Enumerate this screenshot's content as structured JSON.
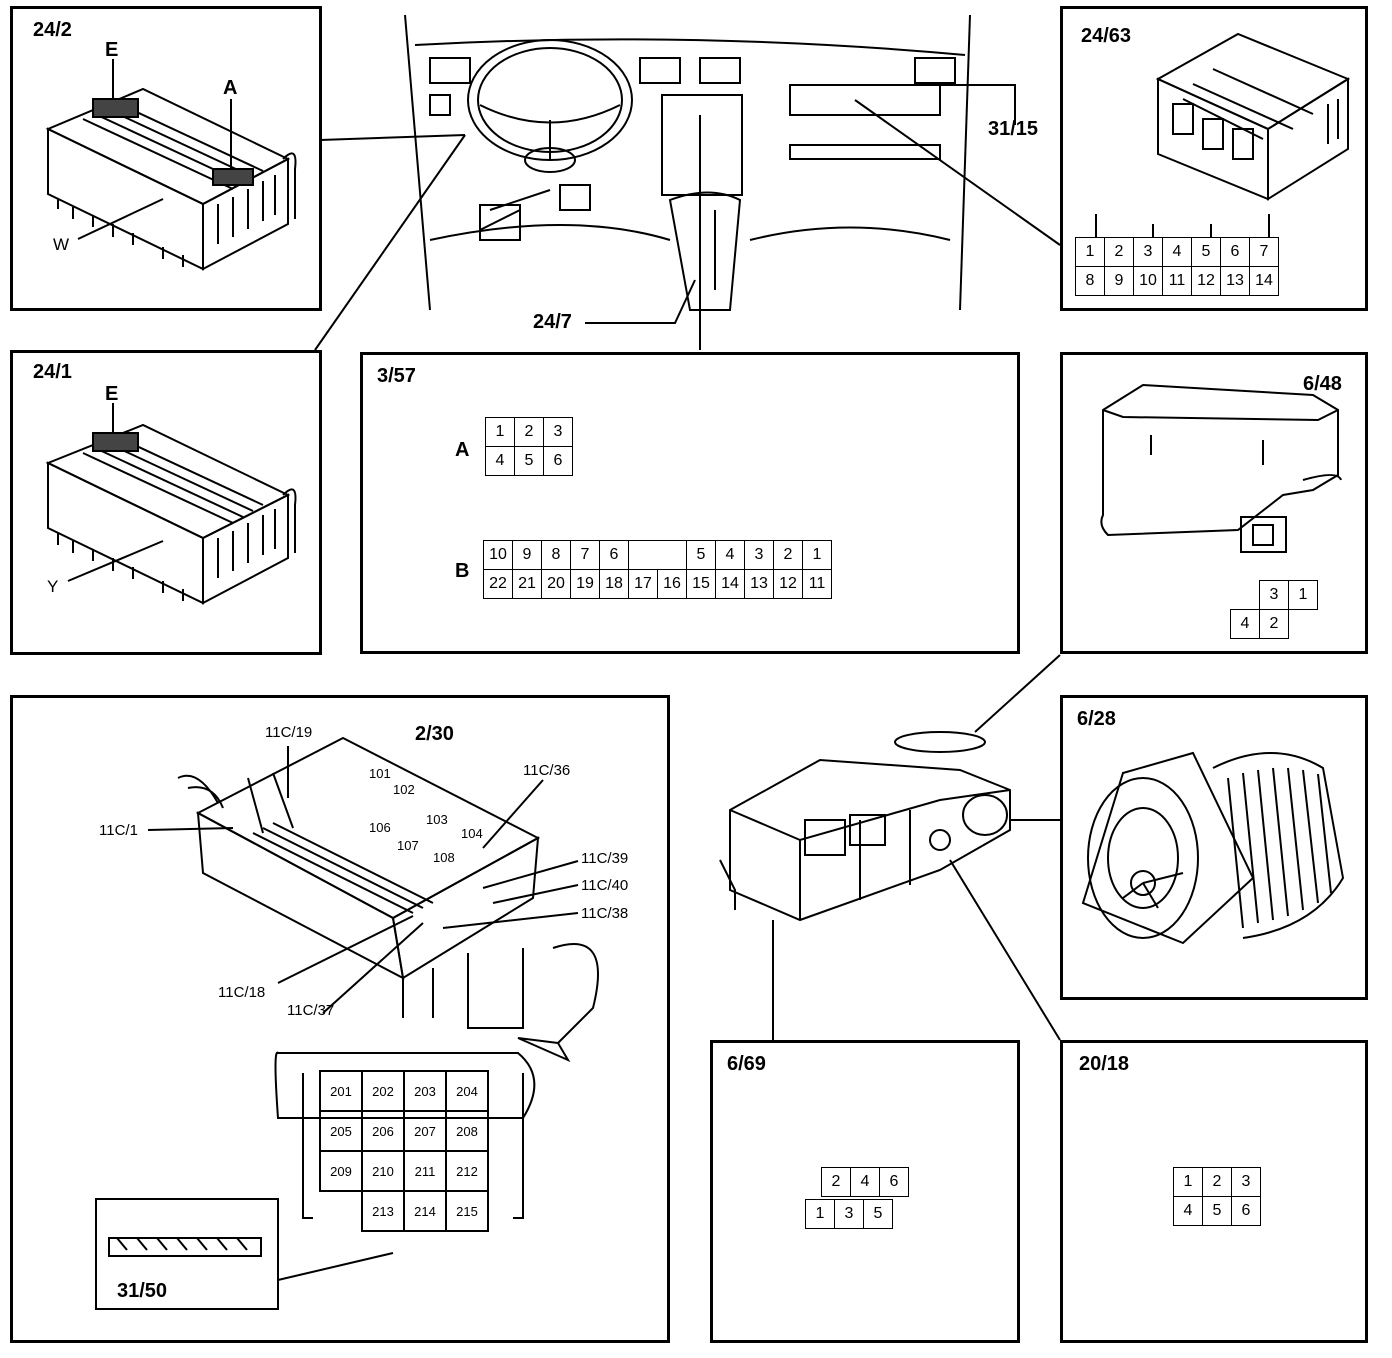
{
  "panels": {
    "p24_2": {
      "title": "24/2",
      "labels": {
        "e": "E",
        "a": "A",
        "w": "W"
      }
    },
    "p24_1": {
      "title": "24/1",
      "labels": {
        "e": "E",
        "y": "Y"
      }
    },
    "p24_63": {
      "title": "24/63",
      "pins_row1": [
        "1",
        "2",
        "3",
        "4",
        "5",
        "6",
        "7"
      ],
      "pins_row2": [
        "8",
        "9",
        "10",
        "11",
        "12",
        "13",
        "14"
      ]
    },
    "p3_57": {
      "title": "3/57",
      "label_a": "A",
      "label_b": "B",
      "a_row1": [
        "1",
        "2",
        "3"
      ],
      "a_row2": [
        "4",
        "5",
        "6"
      ],
      "b_row1": [
        "10",
        "9",
        "8",
        "7",
        "6",
        "",
        "",
        "5",
        "4",
        "3",
        "2",
        "1"
      ],
      "b_row2": [
        "22",
        "21",
        "20",
        "19",
        "18",
        "17",
        "16",
        "15",
        "14",
        "13",
        "12",
        "11"
      ]
    },
    "p6_48": {
      "title": "6/48",
      "pins_row1": [
        "3",
        "1"
      ],
      "pins_row2": [
        "4",
        "2"
      ]
    },
    "p6_28": {
      "title": "6/28"
    },
    "p6_69": {
      "title": "6/69",
      "pins_row1": [
        "2",
        "4",
        "6"
      ],
      "pins_row2": [
        "1",
        "3",
        "5"
      ]
    },
    "p20_18": {
      "title": "20/18",
      "pins_row1": [
        "1",
        "2",
        "3"
      ],
      "pins_row2": [
        "4",
        "5",
        "6"
      ]
    },
    "fusebox": {
      "title": "2/30",
      "callouts": [
        "11C/19",
        "11C/36",
        "11C/1",
        "11C/39",
        "11C/40",
        "11C/38",
        "11C/18",
        "11C/37"
      ],
      "relays": [
        "101",
        "102",
        "103",
        "104",
        "106",
        "107",
        "108"
      ],
      "fuses": [
        [
          "201",
          "202",
          "203",
          "204"
        ],
        [
          "205",
          "206",
          "207",
          "208"
        ],
        [
          "209",
          "210",
          "211",
          "212"
        ],
        [
          "",
          "213",
          "214",
          "215"
        ]
      ],
      "inset_label": "31/50"
    },
    "dash": {
      "label_31_15": "31/15",
      "label_24_7": "24/7"
    }
  }
}
